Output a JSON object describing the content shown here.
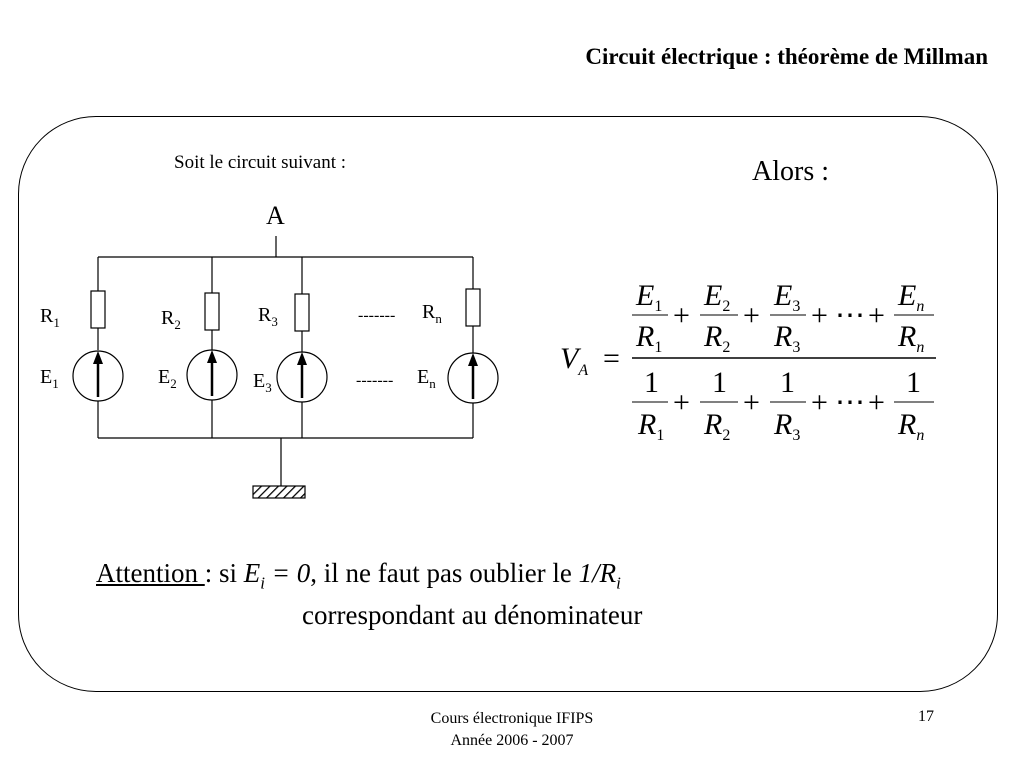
{
  "slide": {
    "title": "Circuit électrique : théorème de Millman",
    "intro": "Soit le circuit suivant :",
    "alors": "Alors :"
  },
  "circuit": {
    "node": "A",
    "dashes": "-------",
    "branches": [
      {
        "r": "R",
        "r_sub": "1",
        "e": "E",
        "e_sub": "1"
      },
      {
        "r": "R",
        "r_sub": "2",
        "e": "E",
        "e_sub": "2"
      },
      {
        "r": "R",
        "r_sub": "3",
        "e": "E",
        "e_sub": "3"
      },
      {
        "r": "R",
        "r_sub": "n",
        "e": "E",
        "e_sub": "n"
      }
    ]
  },
  "formula": {
    "lhs": "V",
    "lhs_sub": "A",
    "equals": "=",
    "plus": "+",
    "dots": "⋯",
    "one": "1",
    "numerators": [
      {
        "top": "E",
        "top_sub": "1",
        "bottom": "R",
        "bottom_sub": "1"
      },
      {
        "top": "E",
        "top_sub": "2",
        "bottom": "R",
        "bottom_sub": "2"
      },
      {
        "top": "E",
        "top_sub": "3",
        "bottom": "R",
        "bottom_sub": "3"
      },
      {
        "top": "E",
        "top_sub": "n",
        "bottom": "R",
        "bottom_sub": "n"
      }
    ],
    "denominators": [
      {
        "bottom": "R",
        "bottom_sub": "1"
      },
      {
        "bottom": "R",
        "bottom_sub": "2"
      },
      {
        "bottom": "R",
        "bottom_sub": "3"
      },
      {
        "bottom": "R",
        "bottom_sub": "n"
      }
    ]
  },
  "attention": {
    "label": "Attention ",
    "colon_si": ": si ",
    "ei": "E",
    "ei_sub": "i",
    "eq_zero": " = 0",
    "rest": ", il ne faut pas oublier le ",
    "inv": "1/R",
    "inv_sub": "i",
    "line2": "correspondant au dénominateur"
  },
  "footer": {
    "course_line1": "Cours électronique IFIPS",
    "course_line2": "Année 2006 - 2007",
    "page": "17"
  }
}
